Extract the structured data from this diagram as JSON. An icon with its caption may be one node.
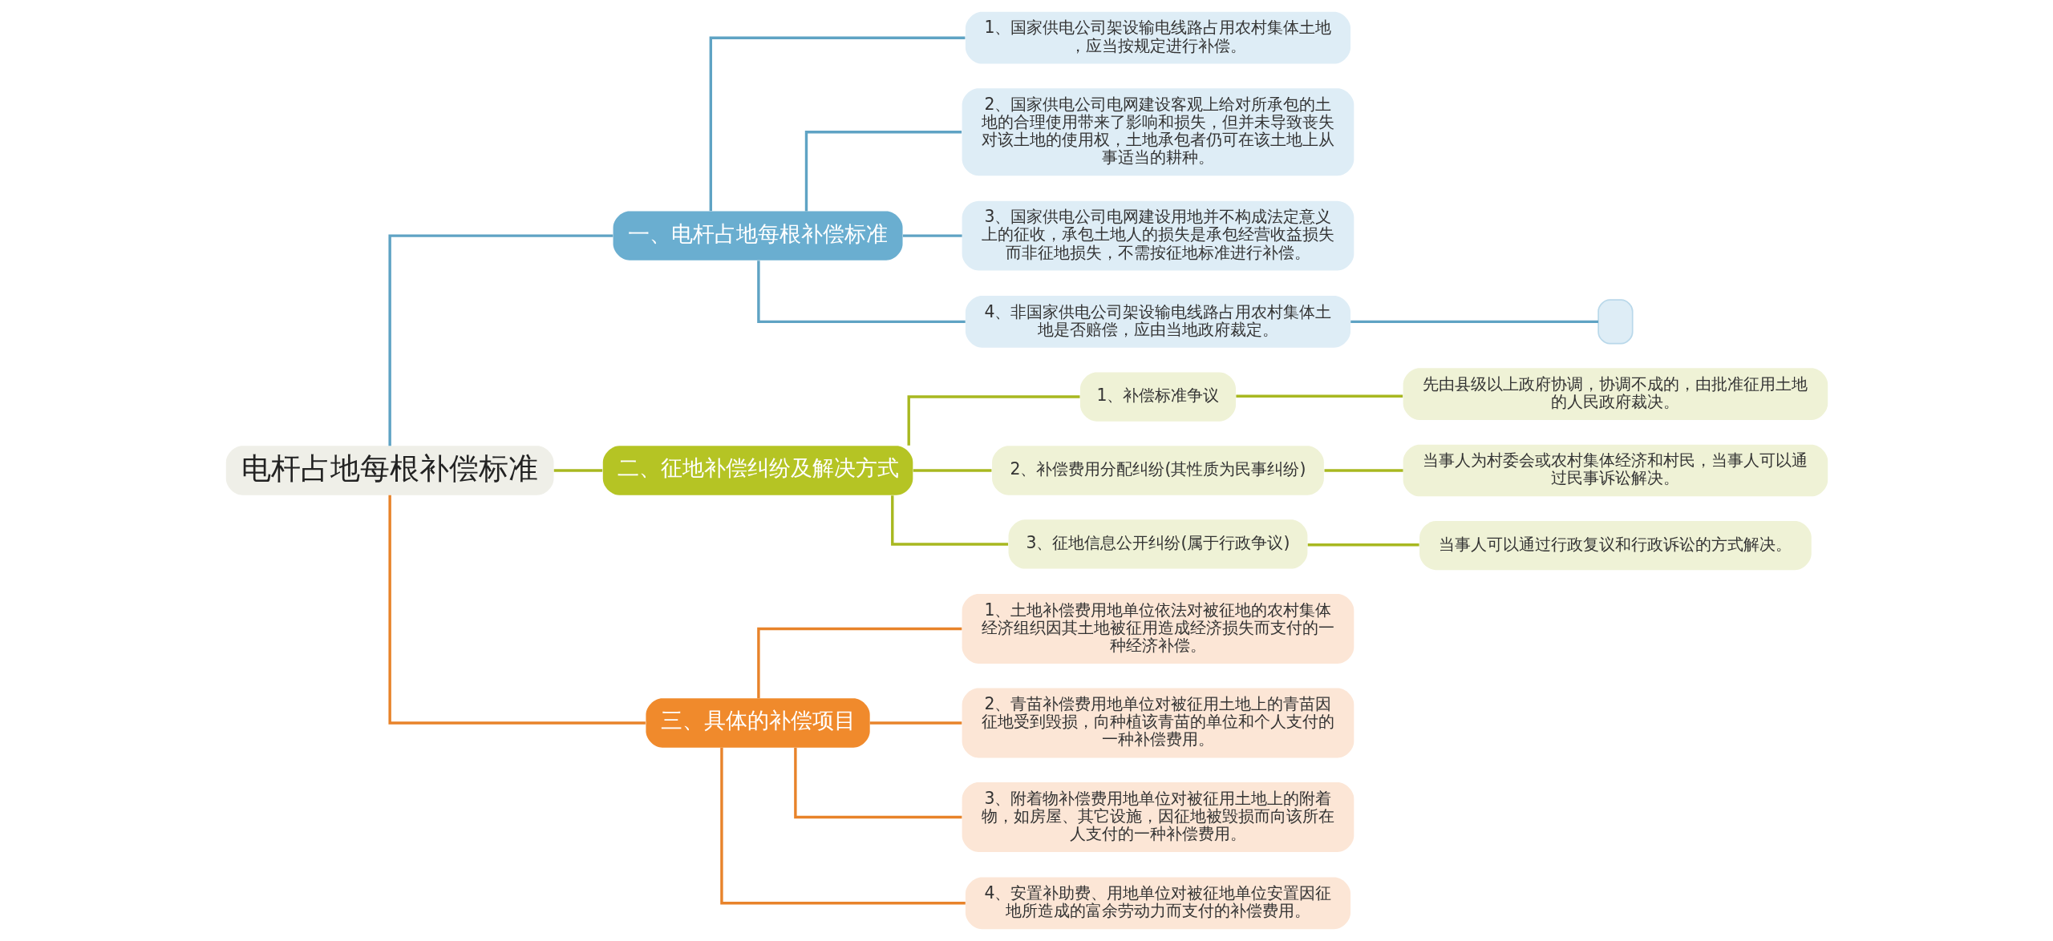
{
  "diagram": {
    "nodes": [
      {
        "text": [
          "电杆占地每根补偿标准"
        ]
      },
      {
        "text": [
          "一、电杆占地每根补偿标准"
        ]
      },
      {
        "text": [
          "1、国家供电公司架设输电线路占用农村集体土地，应当按规定进行补偿。"
        ]
      },
      {
        "text": [
          "2、国家供电公司电网建设客观上给对所承包的土地的合理使用带来了影响和损失，但并未导致丧失对该土地的使用权，土地承包者仍可在该土地上从事适当的耕种。"
        ]
      },
      {
        "text": [
          "3、国家供电公司电网建设用地并不构成法定意义上的征收，承包土地人的损失是承包经营收益损失而非征地损失，不需按征地标准进行补偿。"
        ]
      },
      {
        "text": [
          "4、非国家供电公司架设输电线路占用农村集体土地是否赔偿，应由当地政府裁定。"
        ]
      },
      {
        "text": [],
        "shape": "box"
      },
      {
        "text": [
          "二、征地补偿纠纷及解决方式"
        ]
      },
      {
        "text": [
          "1、补偿标准争议"
        ]
      },
      {
        "text": [
          "先由县级以上政府协调，协调不成的，由批准征用土地的人民政府裁决。"
        ]
      },
      {
        "text": [
          "2、补偿费用分配纠纷(其性质为民事纠纷)"
        ]
      },
      {
        "text": [
          "当事人为村委会或农村集体经济和村民，当事人可以通过民事诉讼解决。"
        ]
      },
      {
        "text": [
          "3、征地信息公开纠纷(属于行政争议)"
        ]
      },
      {
        "text": [
          "当事人可以通过行政复议和行政诉讼的方式解决。"
        ]
      },
      {
        "text": [
          "三、具体的补偿项目"
        ]
      },
      {
        "text": [
          "1、土地补偿费用地单位依法对被征地的农村集体经济组织因其土地被征用造成经济损失而支付的一种经济补偿。"
        ]
      },
      {
        "text": [
          "2、青苗补偿费用地单位对被征用土地上的青苗因征地受到毁损，向种植该青苗的单位和个人支付的一种补偿费用。"
        ]
      },
      {
        "text": [
          "3、附着物补偿费用地单位对被征用土地上的附着物，如房屋、其它设施，因征地被毁损而向该所在人支付的一种补偿费用。"
        ]
      },
      {
        "text": [
          "4、安置补助费、用地单位对被征地单位安置因征地所造成的富余劳动力而支付的补偿费用。"
        ]
      }
    ],
    "edges": [
      {
        "from": 0,
        "to": 1,
        "arrow": "none",
        "color": "#5fa3c4"
      },
      {
        "from": 1,
        "to": 2,
        "arrow": "none",
        "color": "#5fa3c4"
      },
      {
        "from": 1,
        "to": 3,
        "arrow": "none",
        "color": "#5fa3c4"
      },
      {
        "from": 1,
        "to": 4,
        "arrow": "none",
        "color": "#5fa3c4"
      },
      {
        "from": 1,
        "to": 5,
        "arrow": "none",
        "color": "#5fa3c4"
      },
      {
        "from": 5,
        "to": 6,
        "arrow": "none",
        "color": "#5fa3c4"
      },
      {
        "from": 0,
        "to": 7,
        "arrow": "none"
      },
      {
        "from": 7,
        "to": 8,
        "arrow": "none"
      },
      {
        "from": 8,
        "to": 9,
        "arrow": "none"
      },
      {
        "from": 7,
        "to": 10,
        "arrow": "none"
      },
      {
        "from": 10,
        "to": 11,
        "arrow": "none"
      },
      {
        "from": 7,
        "to": 12,
        "arrow": "none"
      },
      {
        "from": 12,
        "to": 13,
        "arrow": "none"
      },
      {
        "from": 0,
        "to": 14,
        "arrow": "none",
        "color": "#e8832a"
      },
      {
        "from": 14,
        "to": 15,
        "arrow": "none",
        "color": "#e8832a"
      },
      {
        "from": 14,
        "to": 16,
        "arrow": "none",
        "color": "#e8832a"
      },
      {
        "from": 14,
        "to": 17,
        "arrow": "none",
        "color": "#e8832a"
      },
      {
        "from": 14,
        "to": 18,
        "arrow": "none",
        "color": "#e8832a"
      }
    ]
  }
}
